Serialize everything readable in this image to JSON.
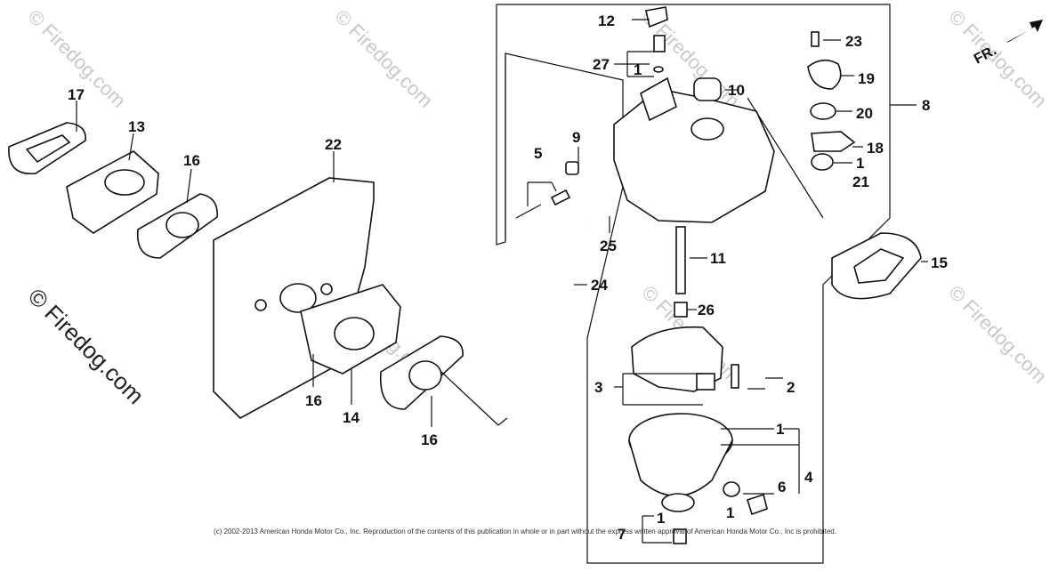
{
  "diagram": {
    "direction_label": "FR.",
    "watermark_text": "© Firedog.com",
    "copyright": "(c) 2002-2013 American Honda Motor Co., Inc. Reproduction of the contents of this publication in whole or in part without the express written approval of American Honda Motor Co., Inc is prohibited.",
    "callouts": {
      "c17": "17",
      "c13": "13",
      "c16a": "16",
      "c22": "22",
      "c16b": "16",
      "c14": "14",
      "c16c": "16",
      "c12": "12",
      "c27": "27",
      "c1a": "1",
      "c10": "10",
      "c9": "9",
      "c5": "5",
      "c25": "25",
      "c24": "24",
      "c11": "11",
      "c26": "26",
      "c3": "3",
      "c2": "2",
      "c1b": "1",
      "c4": "4",
      "c6": "6",
      "c1c": "1",
      "c7": "7",
      "c1d": "1",
      "c23": "23",
      "c19": "19",
      "c20": "20",
      "c18": "18",
      "c1e": "1",
      "c21": "21",
      "c8": "8",
      "c15": "15"
    }
  }
}
